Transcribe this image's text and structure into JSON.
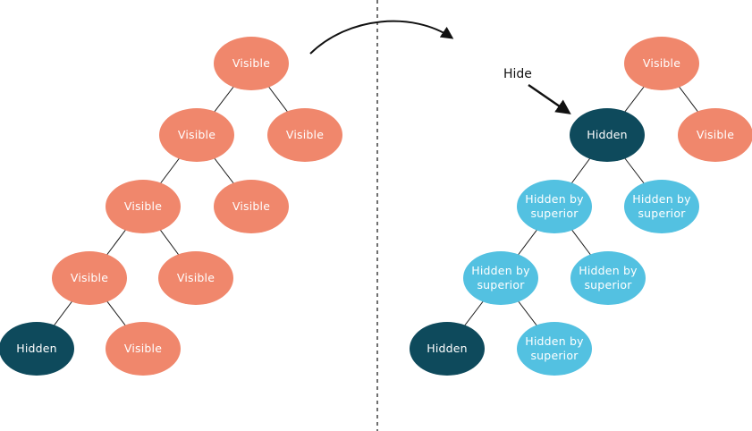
{
  "colors": {
    "visible": "#F0876C",
    "hidden": "#0E4A5C",
    "hidden_by_superior": "#53C1E1",
    "line": "#1a1a1a"
  },
  "labels": {
    "hide": "Hide"
  },
  "left_tree": {
    "nodes": [
      {
        "label": "Visible",
        "state": "visible"
      },
      {
        "label": "Visible",
        "state": "visible"
      },
      {
        "label": "Visible",
        "state": "visible"
      },
      {
        "label": "Visible",
        "state": "visible"
      },
      {
        "label": "Visible",
        "state": "visible"
      },
      {
        "label": "Visible",
        "state": "visible"
      },
      {
        "label": "Visible",
        "state": "visible"
      },
      {
        "label": "Hidden",
        "state": "hidden"
      },
      {
        "label": "Visible",
        "state": "visible"
      }
    ]
  },
  "right_tree": {
    "nodes": [
      {
        "label": "Visible",
        "state": "visible"
      },
      {
        "label": "Hidden",
        "state": "hidden"
      },
      {
        "label": "Visible",
        "state": "visible"
      },
      {
        "label": "Hidden by superior",
        "state": "hidden_by_superior"
      },
      {
        "label": "Hidden by superior",
        "state": "hidden_by_superior"
      },
      {
        "label": "Hidden by superior",
        "state": "hidden_by_superior"
      },
      {
        "label": "Hidden by superior",
        "state": "hidden_by_superior"
      },
      {
        "label": "Hidden",
        "state": "hidden"
      },
      {
        "label": "Hidden by superior",
        "state": "hidden_by_superior"
      }
    ]
  }
}
